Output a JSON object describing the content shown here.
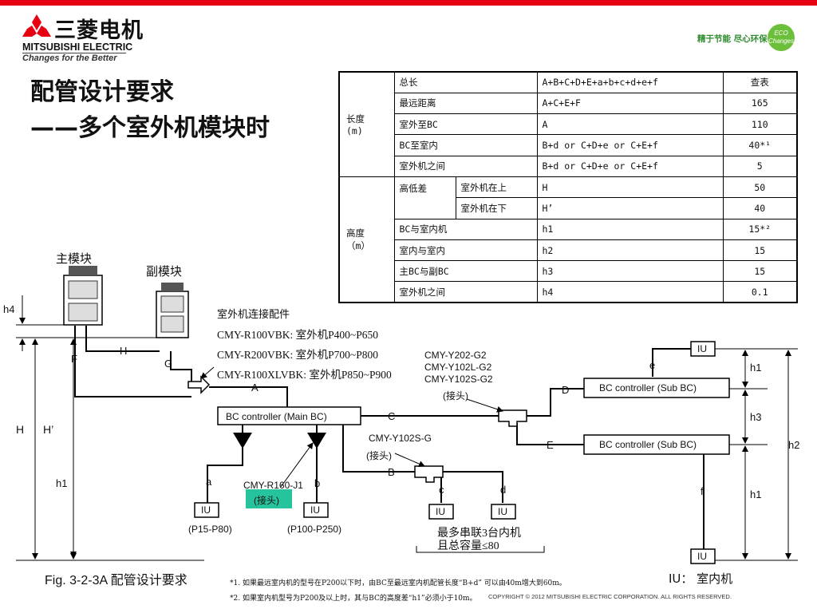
{
  "header": {
    "logo_text_cn": "三菱电机",
    "logo_text_en": "MITSUBISHI ELECTRIC",
    "logo_tagline": "Changes for the Better",
    "eco_slogan": "精于节能 尽心环保",
    "eco_badge": "ECO Changes",
    "accent_color": "#e60012"
  },
  "title": {
    "line1": "配管设计要求",
    "line2": "——多个室外机模块时"
  },
  "table": {
    "group_length": "长度\n(m)",
    "group_height": "高度\n（m）",
    "rows": [
      {
        "item": "总长",
        "formula": "A+B+C+D+E+a+b+c+d+e+f",
        "value": "查表"
      },
      {
        "item": "最远距离",
        "formula": "A+C+E+F",
        "value": "165"
      },
      {
        "item": "室外至BC",
        "formula": "A",
        "value": "110"
      },
      {
        "item": "BC至室内",
        "formula": "B+d or C+D+e  or C+E+f",
        "value": "40*¹"
      },
      {
        "item": "室外机之间",
        "formula": "B+d or C+D+e  or C+E+f",
        "value": "5"
      },
      {
        "item": "高低差",
        "sub1": "室外机在上",
        "formula": "H",
        "value": "50"
      },
      {
        "item": "",
        "sub1": "室外机在下",
        "formula": "H’",
        "value": "40"
      },
      {
        "item": "BC与室内机",
        "formula": "h1",
        "value": "15*²"
      },
      {
        "item": "室内与室内",
        "formula": "h2",
        "value": "15"
      },
      {
        "item": "主BC与副BC",
        "formula": "h3",
        "value": "15"
      },
      {
        "item": "室外机之间",
        "formula": "h4",
        "value": "0.1"
      }
    ]
  },
  "diagram": {
    "main_module": "主模块",
    "sub_module": "副模块",
    "connector_title": "室外机连接配件",
    "connectors": [
      "CMY-R100VBK: 室外机P400~P650",
      "CMY-R200VBK: 室外机P700~P800",
      "CMY-R100XLVBK: 室外机P850~P900"
    ],
    "main_bc": "BC controller (Main BC)",
    "sub_bc_1": "BC controller (Sub BC)",
    "sub_bc_2": "BC controller (Sub BC)",
    "branch_top_lines": [
      "CMY-Y202-G2",
      "CMY-Y102L-G2",
      "CMY-Y102S-G2"
    ],
    "joint_label": "(接头)",
    "branch_mid": "CMY-Y102S-G",
    "branch_mid_joint": "(接头)",
    "bc_joint": "CMY-R160-J1",
    "bc_joint_label": "(接头)",
    "iu": "IU",
    "iu_range_a": "(P15-P80)",
    "iu_range_b": "(P100-P250)",
    "serial_note_1": "最多串联3台内机",
    "serial_note_2": "且总容量≤80",
    "pipe_labels": {
      "A": "A",
      "B": "B",
      "C": "C",
      "D": "D",
      "E": "E",
      "F": "F",
      "G": "G",
      "H": "H",
      "a": "a",
      "b": "b",
      "c": "c",
      "d": "d",
      "e": "e",
      "f": "f"
    },
    "dims": {
      "h4": "h4",
      "H": "H",
      "Hp": "H’",
      "h1_left": "h1",
      "h1_top": "h1",
      "h3": "h3",
      "h1_bottom": "h1",
      "h2": "h2"
    }
  },
  "footer": {
    "fig_caption": "Fig. 3-2-3A 配管设计要求",
    "note1": "*1.  如果最远室内机的型号在P200以下时，由BC至最远室内机配管长度“B+d”  可以由40m增大到60m。",
    "note2": "*2.  如果室内机型号为P200及以上时，其与BC的高度差“h1”必须小于10m。",
    "iu_legend": "IU： 室内机",
    "copyright": "COPYRIGHT © 2012 MITSUBISHI ELECTRIC CORPORATION. ALL RIGHTS RESERVED."
  }
}
